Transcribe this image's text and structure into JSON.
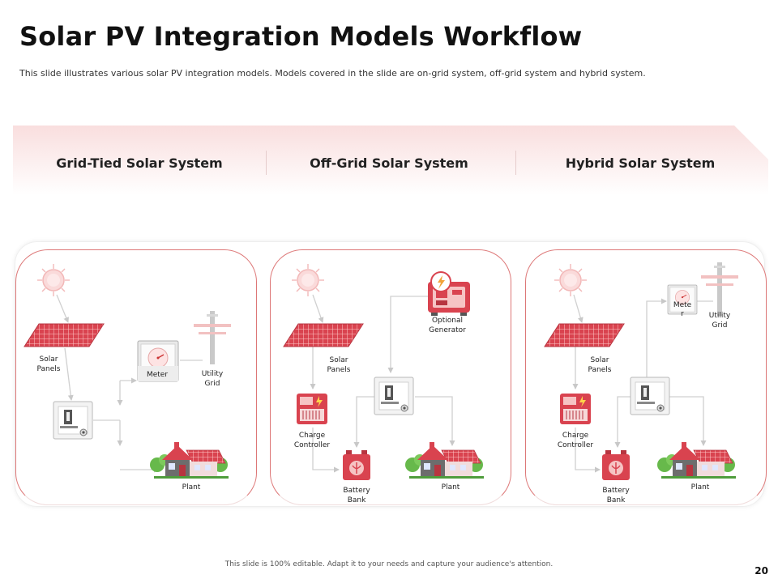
{
  "slide": {
    "title": "Solar PV Integration Models Workflow",
    "subtitle": "This slide illustrates various solar PV integration  models. Models covered in the slide are on-grid system, off-grid system and hybrid system.",
    "footer": "This slide is 100% editable. Adapt it to your needs and capture your audience's attention.",
    "page_number": "20"
  },
  "columns": [
    {
      "heading": "Grid-Tied Solar System"
    },
    {
      "heading": "Off-Grid Solar System"
    },
    {
      "heading": "Hybrid Solar System"
    }
  ],
  "grid_tied": {
    "solar_panels": [
      "Solar",
      "Panels"
    ],
    "meter": "Meter",
    "utility_grid": [
      "Utility",
      "Grid"
    ],
    "plant": "Plant"
  },
  "off_grid": {
    "solar_panels": [
      "Solar",
      "Panels"
    ],
    "optional_generator": [
      "Optional",
      "Generator"
    ],
    "charge_controller": [
      "Charge",
      "Controller"
    ],
    "battery_bank": [
      "Battery",
      "Bank"
    ],
    "plant": "Plant"
  },
  "hybrid": {
    "solar_panels": [
      "Solar",
      "Panels"
    ],
    "meter": [
      "Mete",
      "r"
    ],
    "utility_grid": [
      "Utility",
      "Grid"
    ],
    "charge_controller": [
      "Charge",
      "Controller"
    ],
    "battery_bank": [
      "Battery",
      "Bank"
    ],
    "plant": "Plant"
  },
  "colors": {
    "accent": "#d9434f",
    "panel_border": "#dd7777",
    "banner": "#fbe6e6",
    "connector": "#d0d0d0"
  }
}
